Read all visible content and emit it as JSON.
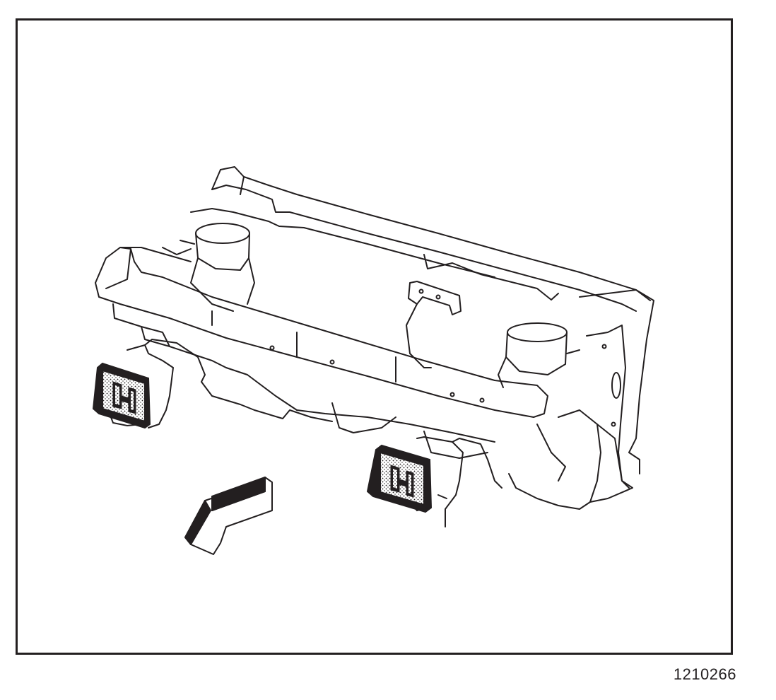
{
  "figure": {
    "id_number": "1210266",
    "line_color": "#231f20",
    "fill_color": "#ffffff",
    "highlight_pattern": "stippled-dots",
    "arrow_direction": "front-left"
  }
}
